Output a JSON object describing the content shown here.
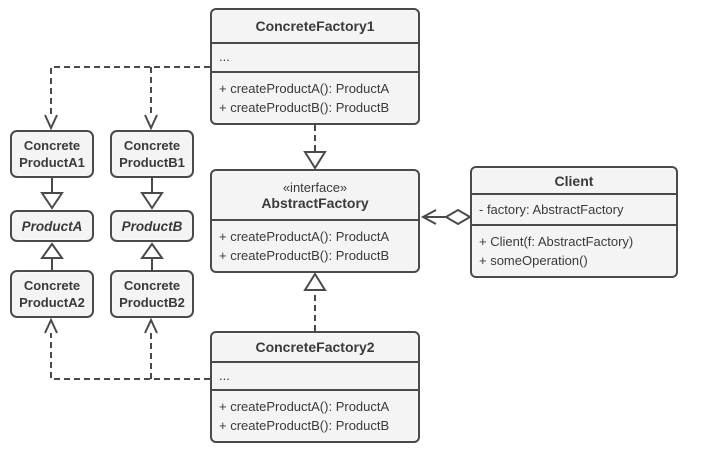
{
  "colors": {
    "border": "#4a4a4a",
    "fill": "#f4f4f4",
    "text": "#3a3a3a",
    "bg": "#ffffff"
  },
  "classes": {
    "concrete_factory_1": {
      "name": "ConcreteFactory1",
      "ellipsis": "...",
      "methods": [
        "+ createProductA(): ProductA",
        "+ createProductB(): ProductB"
      ]
    },
    "abstract_factory": {
      "stereotype": "«interface»",
      "name": "AbstractFactory",
      "methods": [
        "+ createProductA(): ProductA",
        "+ createProductB(): ProductB"
      ]
    },
    "concrete_factory_2": {
      "name": "ConcreteFactory2",
      "ellipsis": "...",
      "methods": [
        "+ createProductA(): ProductA",
        "+ createProductB(): ProductB"
      ]
    },
    "client": {
      "name": "Client",
      "attributes": [
        "- factory: AbstractFactory"
      ],
      "methods": [
        "+ Client(f: AbstractFactory)",
        "+ someOperation()"
      ]
    },
    "concrete_product_a1": {
      "lines": [
        "Concrete",
        "ProductA1"
      ]
    },
    "concrete_product_b1": {
      "lines": [
        "Concrete",
        "ProductB1"
      ]
    },
    "product_a": {
      "name": "ProductA"
    },
    "product_b": {
      "name": "ProductB"
    },
    "concrete_product_a2": {
      "lines": [
        "Concrete",
        "ProductA2"
      ]
    },
    "concrete_product_b2": {
      "lines": [
        "Concrete",
        "ProductB2"
      ]
    }
  },
  "relationships": [
    {
      "type": "dependency",
      "from": "ConcreteFactory1",
      "to": "ConcreteProductA1"
    },
    {
      "type": "dependency",
      "from": "ConcreteFactory1",
      "to": "ConcreteProductB1"
    },
    {
      "type": "dependency",
      "from": "ConcreteFactory2",
      "to": "ConcreteProductA2"
    },
    {
      "type": "dependency",
      "from": "ConcreteFactory2",
      "to": "ConcreteProductB2"
    },
    {
      "type": "realization",
      "from": "ConcreteFactory1",
      "to": "AbstractFactory"
    },
    {
      "type": "realization",
      "from": "ConcreteFactory2",
      "to": "AbstractFactory"
    },
    {
      "type": "generalization",
      "from": "ConcreteProductA1",
      "to": "ProductA"
    },
    {
      "type": "generalization",
      "from": "ConcreteProductA2",
      "to": "ProductA"
    },
    {
      "type": "generalization",
      "from": "ConcreteProductB1",
      "to": "ProductB"
    },
    {
      "type": "generalization",
      "from": "ConcreteProductB2",
      "to": "ProductB"
    },
    {
      "type": "aggregation",
      "from": "Client",
      "to": "AbstractFactory"
    }
  ]
}
